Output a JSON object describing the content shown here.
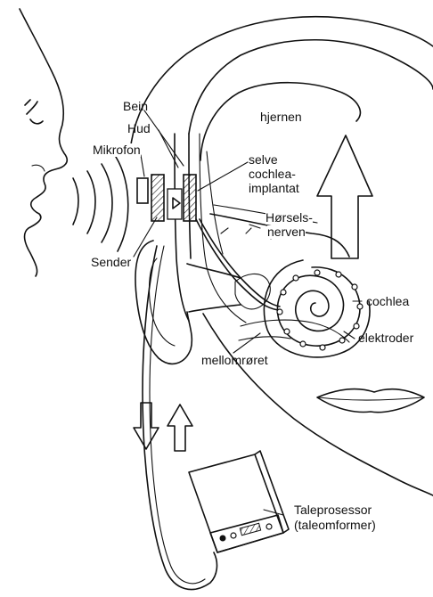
{
  "labels": {
    "bein": "Bein",
    "hud": "Hud",
    "mikrofon": "Mikrofon",
    "sender": "Sender",
    "hjernen": "hjernen",
    "implant_1": "selve",
    "implant_2": "cochlea-",
    "implant_3": "implantat",
    "nerve_1": "Hørsels-",
    "nerve_2": "nerven",
    "cochlea": "cochlea",
    "elektroder": "elektroder",
    "mellomoret": "mellomrøret",
    "processor_1": "Taleprosessor",
    "processor_2": "(taleomformer)"
  }
}
